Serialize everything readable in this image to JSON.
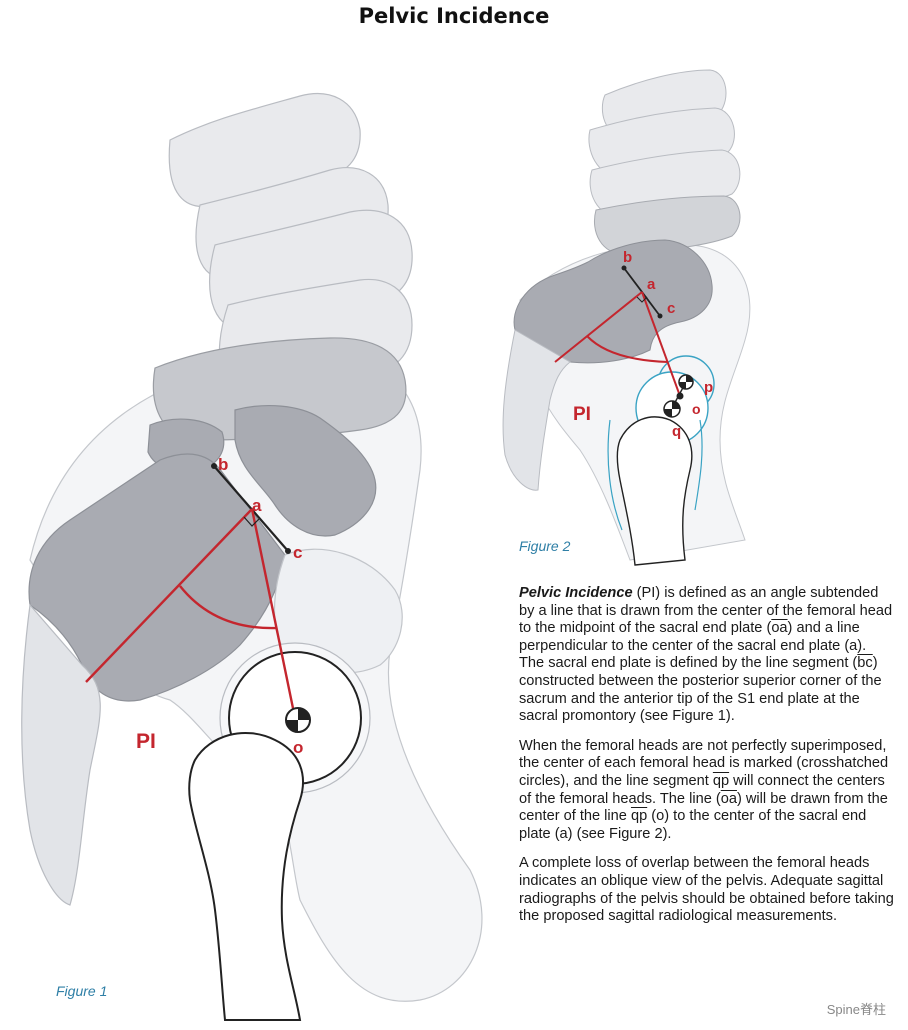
{
  "title": "Pelvic Incidence",
  "figure1": {
    "caption": "Figure 1",
    "label_b": "b",
    "label_a": "a",
    "label_c": "c",
    "label_o": "o",
    "label_pi": "PI"
  },
  "figure2": {
    "caption": "Figure 2",
    "label_b": "b",
    "label_a": "a",
    "label_c": "c",
    "label_p": "p",
    "label_o": "o",
    "label_q": "q",
    "label_pi": "PI"
  },
  "body": {
    "p1_term": "Pelvic Incidence",
    "p1_a": " (PI) is defined as an angle subtended by a line that is drawn from the center of the femoral head to the midpoint of the sacral end plate (",
    "p1_oa": "oa",
    "p1_b": ") and a line perpendicular to the center of the sacral end plate (a). The sacral end plate is defined by the line segment (",
    "p1_bc": "bc",
    "p1_c": ") constructed between the posterior superior corner of the sacrum and the anterior tip of the S1 end plate at the sacral promontory (see Figure 1).",
    "p2_a": "When the femoral heads are not perfectly superimposed, the center of each femoral head is marked (crosshatched circles), and the line segment ",
    "p2_qp": "qp",
    "p2_b": " will connect the centers of the femoral heads. The line (",
    "p2_oa": "oa",
    "p2_c": ") will be drawn from the center of the line ",
    "p2_qp2": "qp",
    "p2_d": " (o) to the center of the sacral end plate (a) (see Figure 2).",
    "p3": "A complete loss of overlap between the femoral heads indicates an oblique view of the pelvis. Adequate sagittal radiographs of the pelvis should be obtained before taking the proposed sagittal radiological measurements."
  },
  "watermark": "Spine脊柱",
  "colors": {
    "accent": "#c4262e",
    "bone_gray": "#a9abb2",
    "outline": "#8d9097",
    "caption": "#2f7fa6",
    "femur_cyan": "#3aa3c4"
  }
}
